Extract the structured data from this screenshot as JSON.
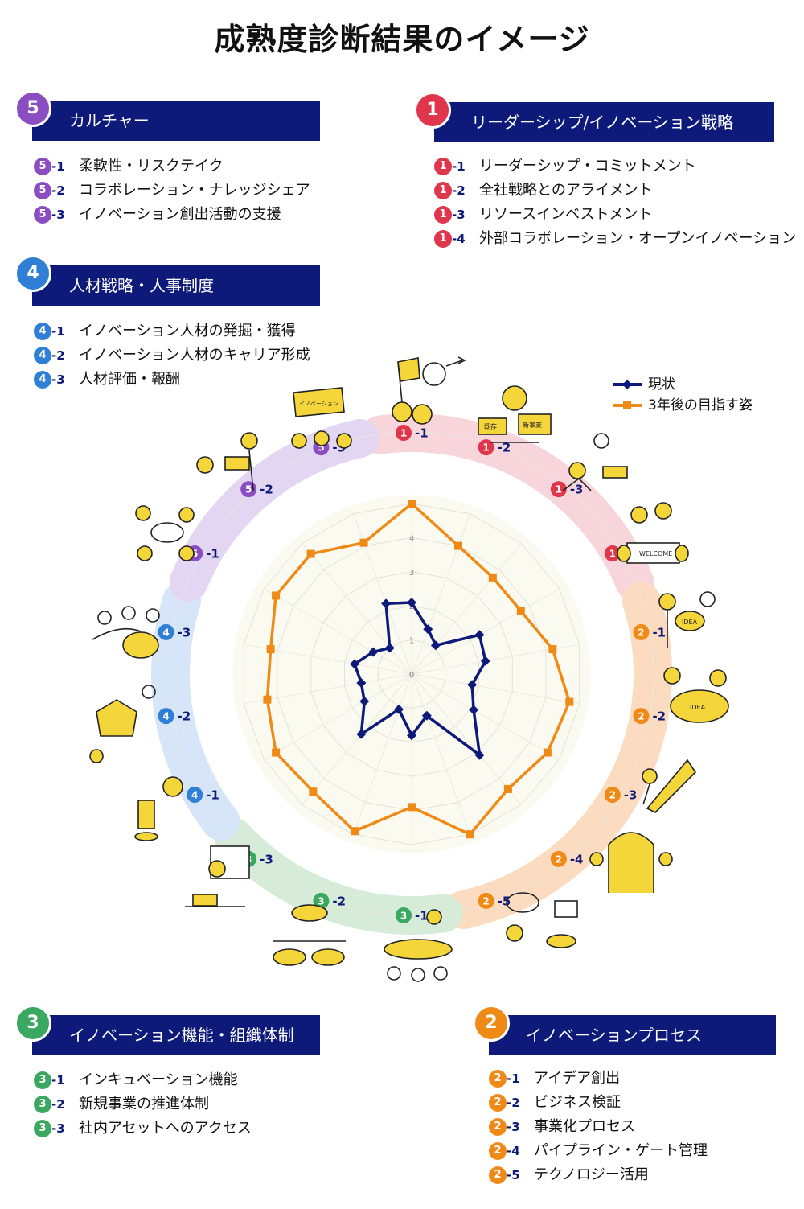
{
  "title": "成熟度診断結果のイメージ",
  "colors": {
    "cat1": "#e0364c",
    "cat2": "#f08a16",
    "cat3": "#3aa860",
    "cat4": "#2f7fd6",
    "cat5": "#8a4ec2",
    "navy": "#0d1a7a",
    "orange": "#f08a16"
  },
  "legend": {
    "current": "現状",
    "target": "3年後の目指す姿"
  },
  "categories": [
    {
      "num": "1",
      "title": "リーダーシップ/イノベーション戦略",
      "items": [
        {
          "code": "-1",
          "text": "リーダーシップ・コミットメント"
        },
        {
          "code": "-2",
          "text": "全社戦略とのアライメント"
        },
        {
          "code": "-3",
          "text": "リソースインベストメント"
        },
        {
          "code": "-4",
          "text": "外部コラボレーション・オープンイノベーション"
        }
      ]
    },
    {
      "num": "2",
      "title": "イノベーションプロセス",
      "items": [
        {
          "code": "-1",
          "text": "アイデア創出"
        },
        {
          "code": "-2",
          "text": "ビジネス検証"
        },
        {
          "code": "-3",
          "text": "事業化プロセス"
        },
        {
          "code": "-4",
          "text": "パイプライン・ゲート管理"
        },
        {
          "code": "-5",
          "text": "テクノロジー活用"
        }
      ]
    },
    {
      "num": "3",
      "title": "イノベーション機能・組織体制",
      "items": [
        {
          "code": "-1",
          "text": "インキュベーション機能"
        },
        {
          "code": "-2",
          "text": "新規事業の推進体制"
        },
        {
          "code": "-3",
          "text": "社内アセットへのアクセス"
        }
      ]
    },
    {
      "num": "4",
      "title": "人材戦略・人事制度",
      "items": [
        {
          "code": "-1",
          "text": "イノベーション人材の発掘・獲得"
        },
        {
          "code": "-2",
          "text": "イノベーション人材のキャリア形成"
        },
        {
          "code": "-3",
          "text": "人材評価・報酬"
        }
      ]
    },
    {
      "num": "5",
      "title": "カルチャー",
      "items": [
        {
          "code": "-1",
          "text": "柔軟性・リスクテイク"
        },
        {
          "code": "-2",
          "text": "コラボレーション・ナレッジシェア"
        },
        {
          "code": "-3",
          "text": "イノベーション創出活動の支援"
        }
      ]
    }
  ],
  "illustration_text": {
    "welcome": "WELCOME",
    "idea": "IDEA",
    "innovation": "イノベーション",
    "new_biz": "新事業",
    "exist": "既存"
  },
  "chart_data": {
    "type": "radar",
    "tick_labels": [
      "0",
      "1",
      "2",
      "3",
      "4",
      "5"
    ],
    "rmax": 5,
    "axes": [
      "1-1",
      "1-2",
      "1-3",
      "1-4",
      "2-1",
      "2-2",
      "2-3",
      "2-4",
      "2-5",
      "3-1",
      "3-2",
      "3-3",
      "4-1",
      "4-2",
      "4-3",
      "5-1",
      "5-2",
      "5-3"
    ],
    "axis_labels": [
      {
        "cat": "1",
        "code": "-1"
      },
      {
        "cat": "1",
        "code": "-2"
      },
      {
        "cat": "1",
        "code": "-3"
      },
      {
        "cat": "1",
        "code": "-4"
      },
      {
        "cat": "2",
        "code": "-1"
      },
      {
        "cat": "2",
        "code": "-2"
      },
      {
        "cat": "2",
        "code": "-3"
      },
      {
        "cat": "2",
        "code": "-4"
      },
      {
        "cat": "2",
        "code": "-5"
      },
      {
        "cat": "3",
        "code": "-1"
      },
      {
        "cat": "3",
        "code": "-2"
      },
      {
        "cat": "3",
        "code": "-3"
      },
      {
        "cat": "4",
        "code": "-1"
      },
      {
        "cat": "4",
        "code": "-2"
      },
      {
        "cat": "4",
        "code": "-3"
      },
      {
        "cat": "5",
        "code": "-1"
      },
      {
        "cat": "5",
        "code": "-2"
      },
      {
        "cat": "5",
        "code": "-3"
      }
    ],
    "series": [
      {
        "name": "現状",
        "color": "#0d1a7a",
        "values": [
          2.1,
          1.4,
          1.1,
          2.3,
          2.2,
          1.8,
          2.1,
          3.1,
          1.3,
          1.8,
          1.1,
          2.3,
          1.6,
          1.5,
          1.7,
          1.3,
          1.0,
          2.2
        ]
      },
      {
        "name": "3年後の目指す姿",
        "color": "#f08a16",
        "values": [
          5.0,
          4.0,
          3.7,
          3.7,
          4.2,
          4.7,
          4.6,
          4.4,
          5.0,
          3.9,
          4.9,
          4.5,
          4.6,
          4.3,
          4.2,
          4.6,
          4.6,
          4.1
        ]
      }
    ]
  }
}
